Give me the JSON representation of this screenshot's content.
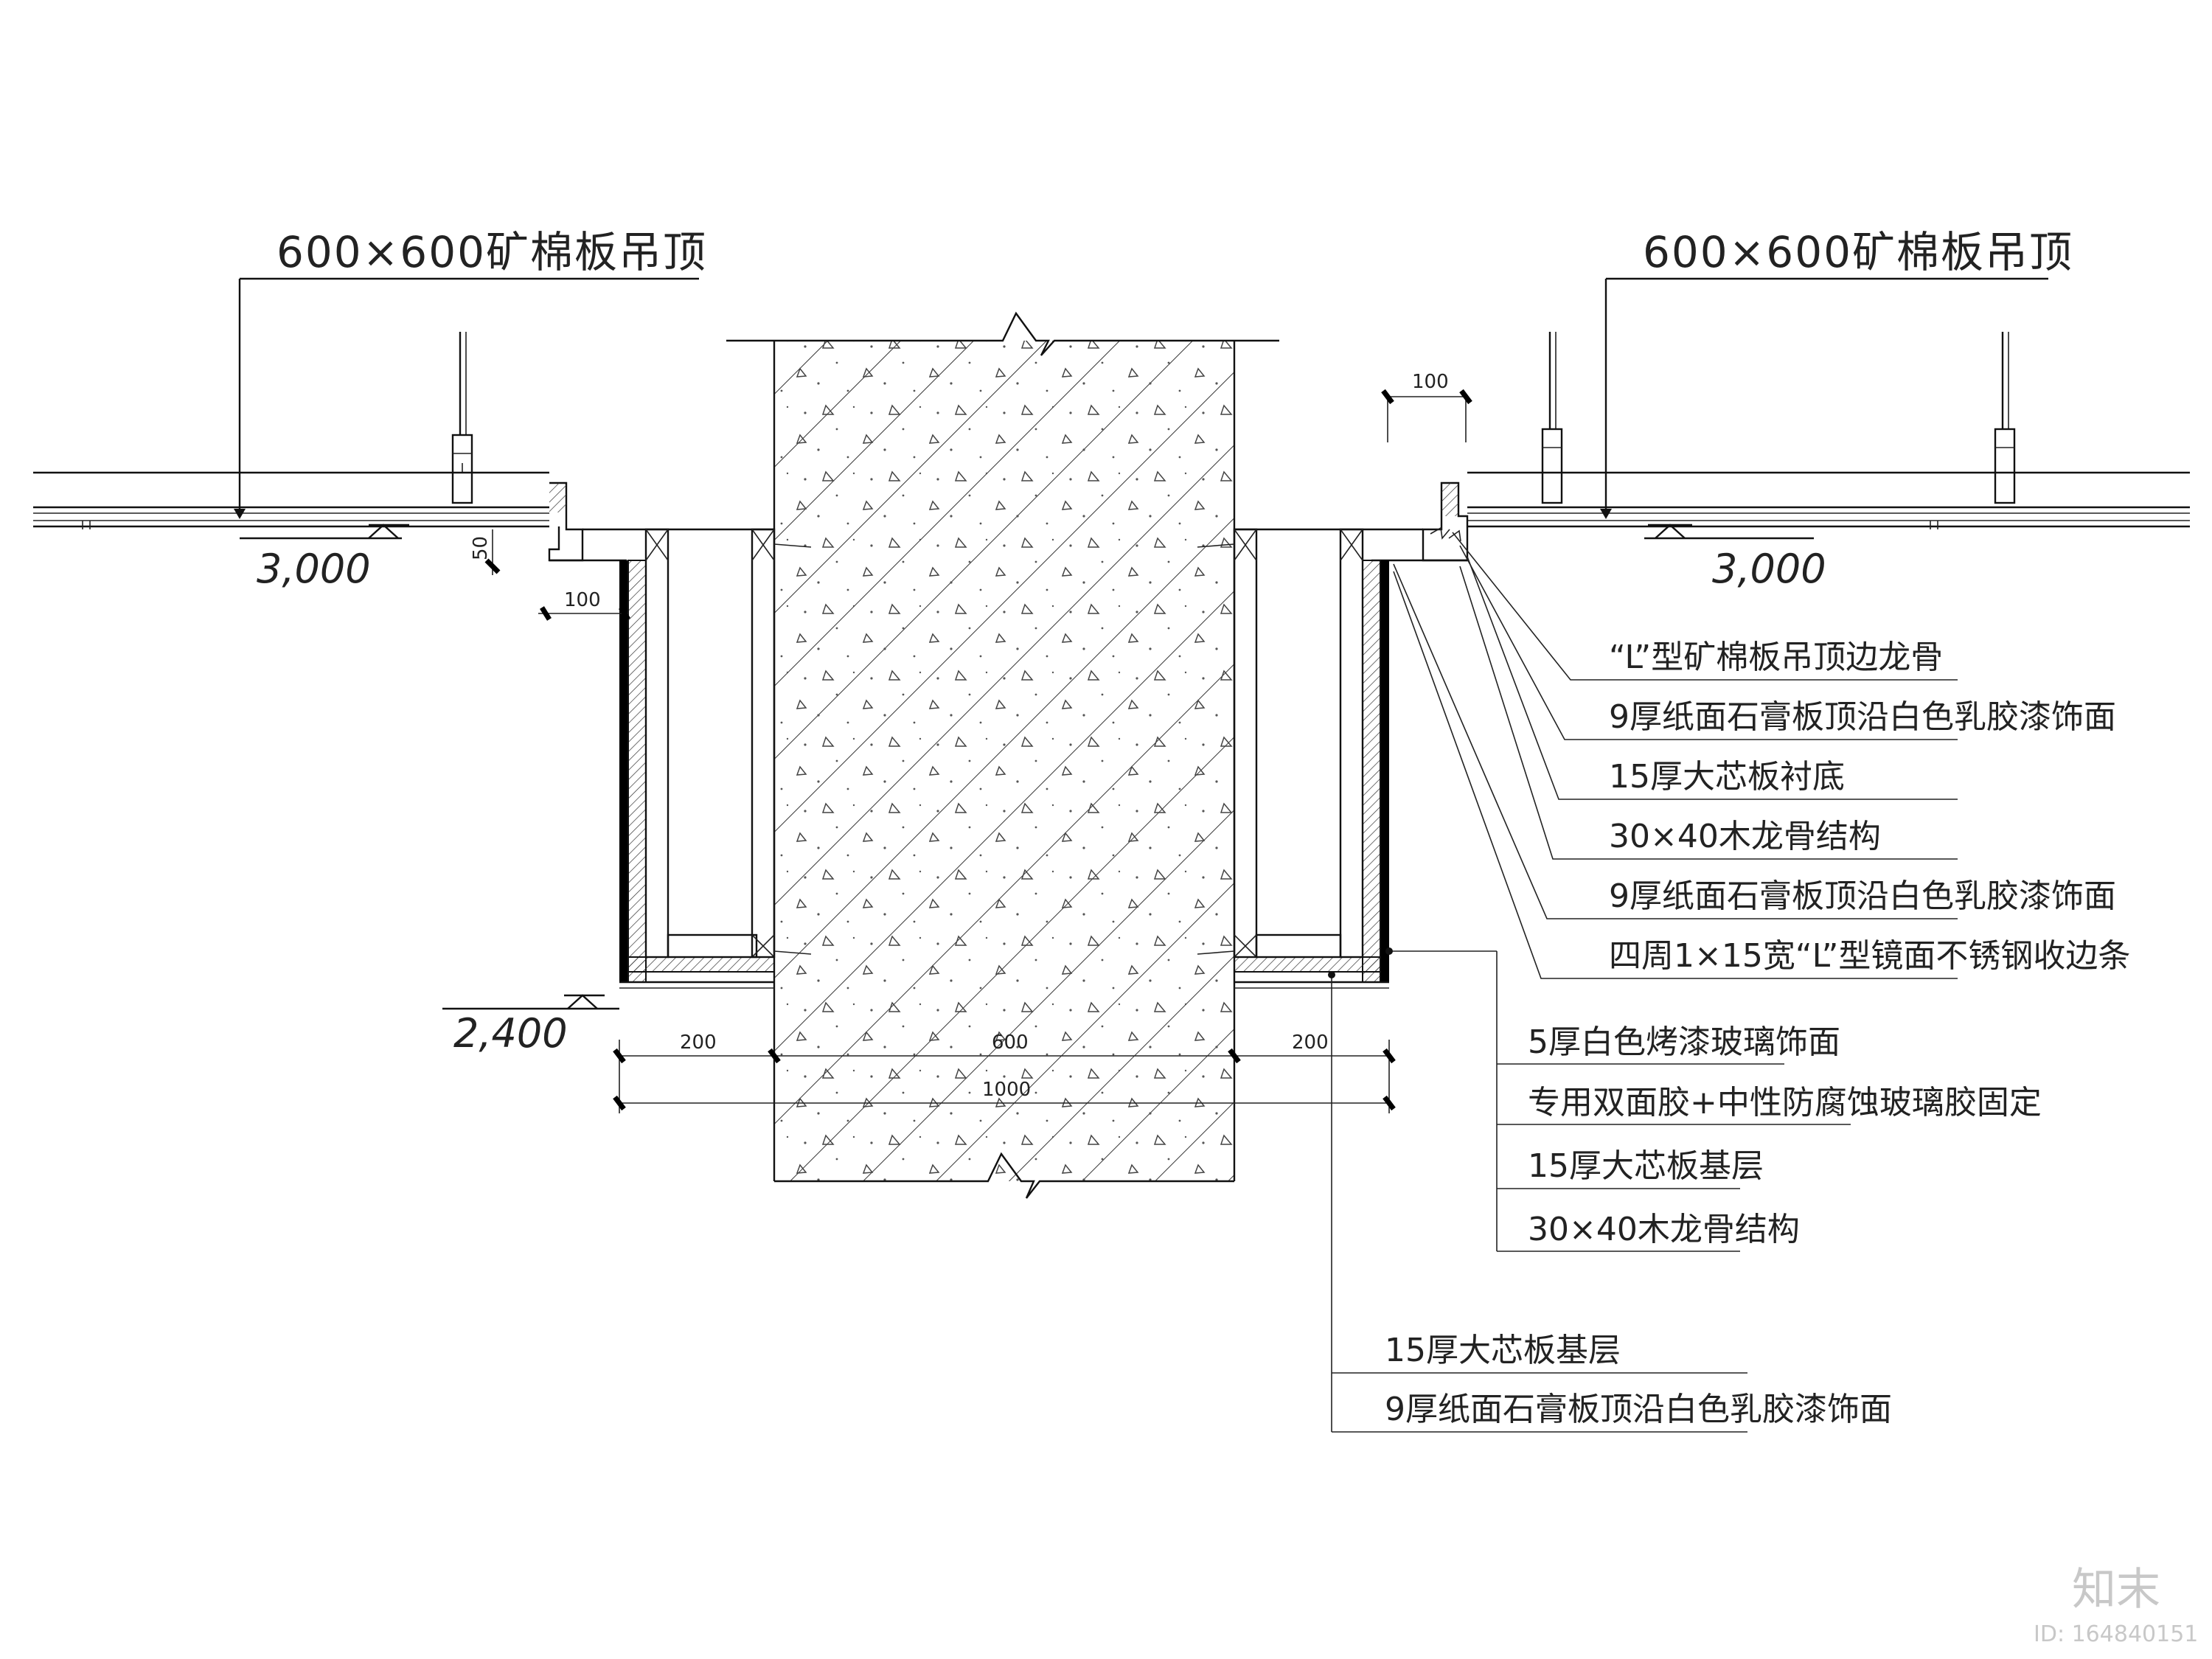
{
  "colors": {
    "line": "#111111",
    "text": "#222222",
    "watermark": "#c8c8c8",
    "background": "#ffffff"
  },
  "ceiling": {
    "left_title": "600×600矿棉板吊顶",
    "right_title": "600×600矿棉板吊顶",
    "left_elevation": "3,000",
    "right_elevation": "3,000",
    "soffit_elevation": "2,400"
  },
  "dimensions": {
    "step_height": "50",
    "left_return": "100",
    "right_return": "100",
    "left_side": "200",
    "column": "600",
    "right_side": "200",
    "total": "1000"
  },
  "callouts_right_upper": [
    "“L”型矿棉板吊顶边龙骨",
    "9厚纸面石膏板顶沿白色乳胶漆饰面",
    "15厚大芯板衬底",
    "30×40木龙骨结构",
    "9厚纸面石膏板顶沿白色乳胶漆饰面",
    "四周1×15宽“L”型镜面不锈钢收边条"
  ],
  "callouts_right_middle": [
    "5厚白色烤漆玻璃饰面",
    "专用双面胶+中性防腐蚀玻璃胶固定",
    "15厚大芯板基层",
    "30×40木龙骨结构"
  ],
  "callouts_bottom": [
    "15厚大芯板基层",
    "9厚纸面石膏板顶沿白色乳胶漆饰面"
  ],
  "watermark": {
    "logo": "知末",
    "id": "ID: 164840151"
  }
}
